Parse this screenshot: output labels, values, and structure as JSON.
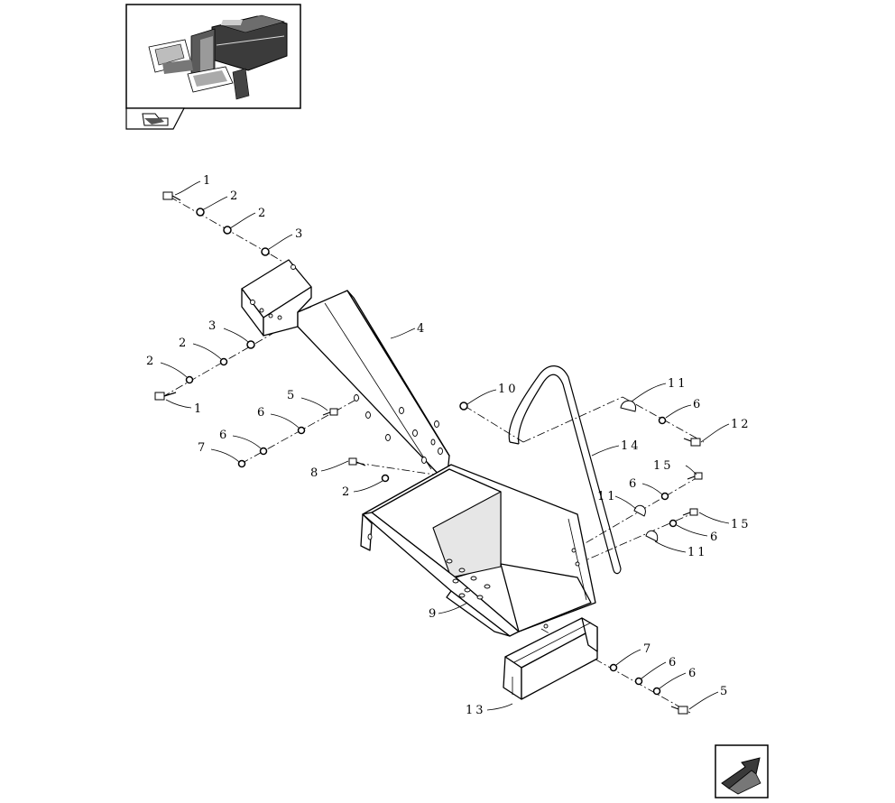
{
  "callouts": [
    {
      "id": "c1a",
      "label": "1"
    },
    {
      "id": "c2a",
      "label": "2"
    },
    {
      "id": "c2b",
      "label": "2"
    },
    {
      "id": "c3a",
      "label": "3"
    },
    {
      "id": "c3b",
      "label": "3"
    },
    {
      "id": "c2c",
      "label": "2"
    },
    {
      "id": "c2d",
      "label": "2"
    },
    {
      "id": "c1b",
      "label": "1"
    },
    {
      "id": "c4",
      "label": "4"
    },
    {
      "id": "c5a",
      "label": "5"
    },
    {
      "id": "c6a",
      "label": "6"
    },
    {
      "id": "c6b",
      "label": "6"
    },
    {
      "id": "c7a",
      "label": "7"
    },
    {
      "id": "c8",
      "label": "8"
    },
    {
      "id": "c2e",
      "label": "2"
    },
    {
      "id": "c10",
      "label": "10"
    },
    {
      "id": "c11a",
      "label": "11"
    },
    {
      "id": "c6c",
      "label": "6"
    },
    {
      "id": "c12",
      "label": "12"
    },
    {
      "id": "c14",
      "label": "14"
    },
    {
      "id": "c15a",
      "label": "15"
    },
    {
      "id": "c6d",
      "label": "6"
    },
    {
      "id": "c11b",
      "label": "11"
    },
    {
      "id": "c15b",
      "label": "15"
    },
    {
      "id": "c6e",
      "label": "6"
    },
    {
      "id": "c11c",
      "label": "11"
    },
    {
      "id": "c9",
      "label": "9"
    },
    {
      "id": "c7b",
      "label": "7"
    },
    {
      "id": "c6f",
      "label": "6"
    },
    {
      "id": "c6g",
      "label": "6"
    },
    {
      "id": "c5b",
      "label": "5"
    },
    {
      "id": "c13",
      "label": "13"
    }
  ],
  "icons": {
    "overview": "machine-overview-icon",
    "reference": "view-reference-icon",
    "next_page": "next-page-arrow-icon"
  }
}
